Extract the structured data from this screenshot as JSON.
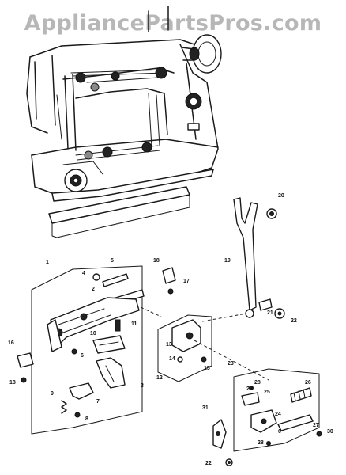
{
  "watermark": "AppliancePartsPros.com",
  "part_labels": {
    "p1": "1",
    "p2": "2",
    "p3": "3",
    "p4": "4",
    "p5": "5",
    "p6a": "6",
    "p6b": "6",
    "p7": "7",
    "p8": "8",
    "p9": "9",
    "p10": "10",
    "p11": "11",
    "p12": "12",
    "p13": "13",
    "p14": "14",
    "p15": "15",
    "p16": "16",
    "p17": "17",
    "p18a": "18",
    "p18b": "18",
    "p19": "19",
    "p20": "20",
    "p21": "21",
    "p22a": "22",
    "p22b": "22",
    "p23": "23",
    "p24": "24",
    "p25": "25",
    "p26": "26",
    "p27": "27",
    "p28a": "28",
    "p28b": "28",
    "p29": "29",
    "p30": "30",
    "p31": "31"
  }
}
